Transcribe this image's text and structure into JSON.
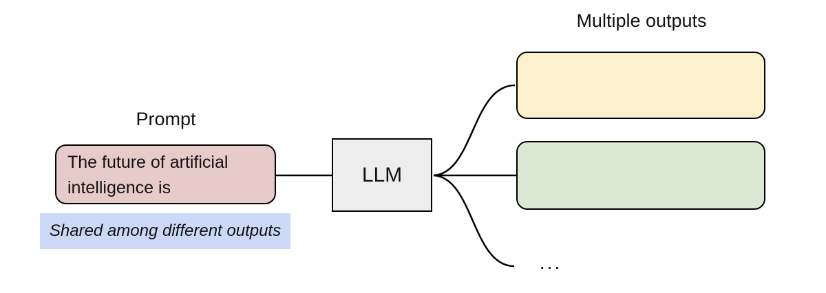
{
  "diagram": {
    "prompt": {
      "label": "Prompt",
      "box_text": "The future of artificial intelligence is",
      "note": "Shared among different outputs"
    },
    "llm": {
      "label": "LLM"
    },
    "outputs": {
      "label": "Multiple outputs",
      "ellipsis": "..."
    },
    "colors": {
      "prompt_fill": "#e7caca",
      "llm_fill": "#ededed",
      "output_yellow_fill": "#fbf1cc",
      "output_green_fill": "#dbe8d3",
      "note_fill": "#cbd9f7",
      "stroke": "#000000"
    }
  }
}
